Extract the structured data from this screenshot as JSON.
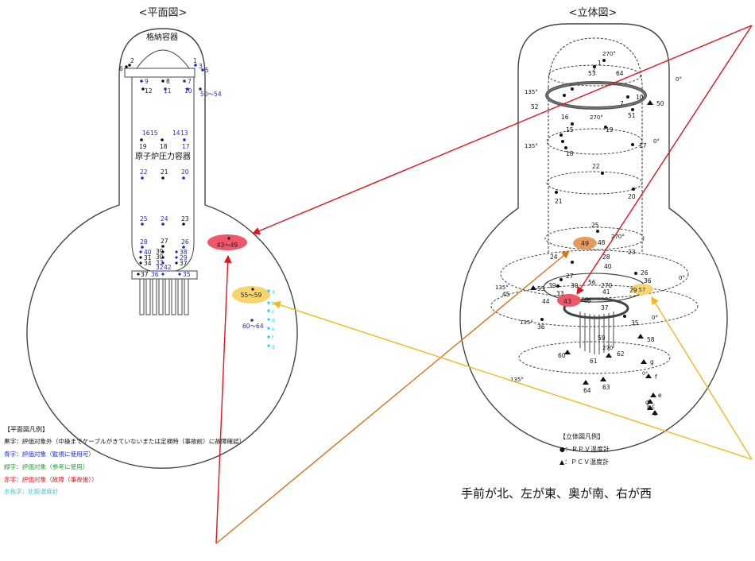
{
  "views": {
    "plan_title": "<平面図>",
    "stereo_title": "<立体図>"
  },
  "plan": {
    "containment_label": "格納容器",
    "rpv_label": "原子炉圧力容器",
    "zone_red": "43～49",
    "zone_yellow": "55～59",
    "zone_60_64": "60～64",
    "zone_50_54": "50～54"
  },
  "plan_legend": {
    "title": "【平面図凡例】",
    "black": "黒字：評価対象外（中操までケーブルがきていないまたは定検時（事故前）に故障確認）",
    "blue": "青字：評価対象（監視に使用可）",
    "green": "緑字：評価対象（参考に使用）",
    "red": "赤字：評価対象（故障（事故後））",
    "cyan": "水色字：比較温度計"
  },
  "stereo": {
    "zone_49": "49",
    "zone_43": "43",
    "zone_57": "57"
  },
  "stereo_legend": {
    "title": "【立体図凡例】",
    "rpv": "●：ＲＰＶ温度計",
    "pcv": "▲：ＰＣＶ温度計"
  },
  "direction_note": "手前が北、左が東、奥が南、右が西",
  "colors": {
    "red_arrow": "#e0141e",
    "orange_arrow": "#d9731a",
    "yellow_arrow": "#f2b81c",
    "blue_text": "#1f2bd6",
    "cyan_text": "#19d3e6",
    "red_zone": "#f0566a",
    "yellow_zone": "#f7d56d",
    "orange_zone": "#e79a5c"
  }
}
